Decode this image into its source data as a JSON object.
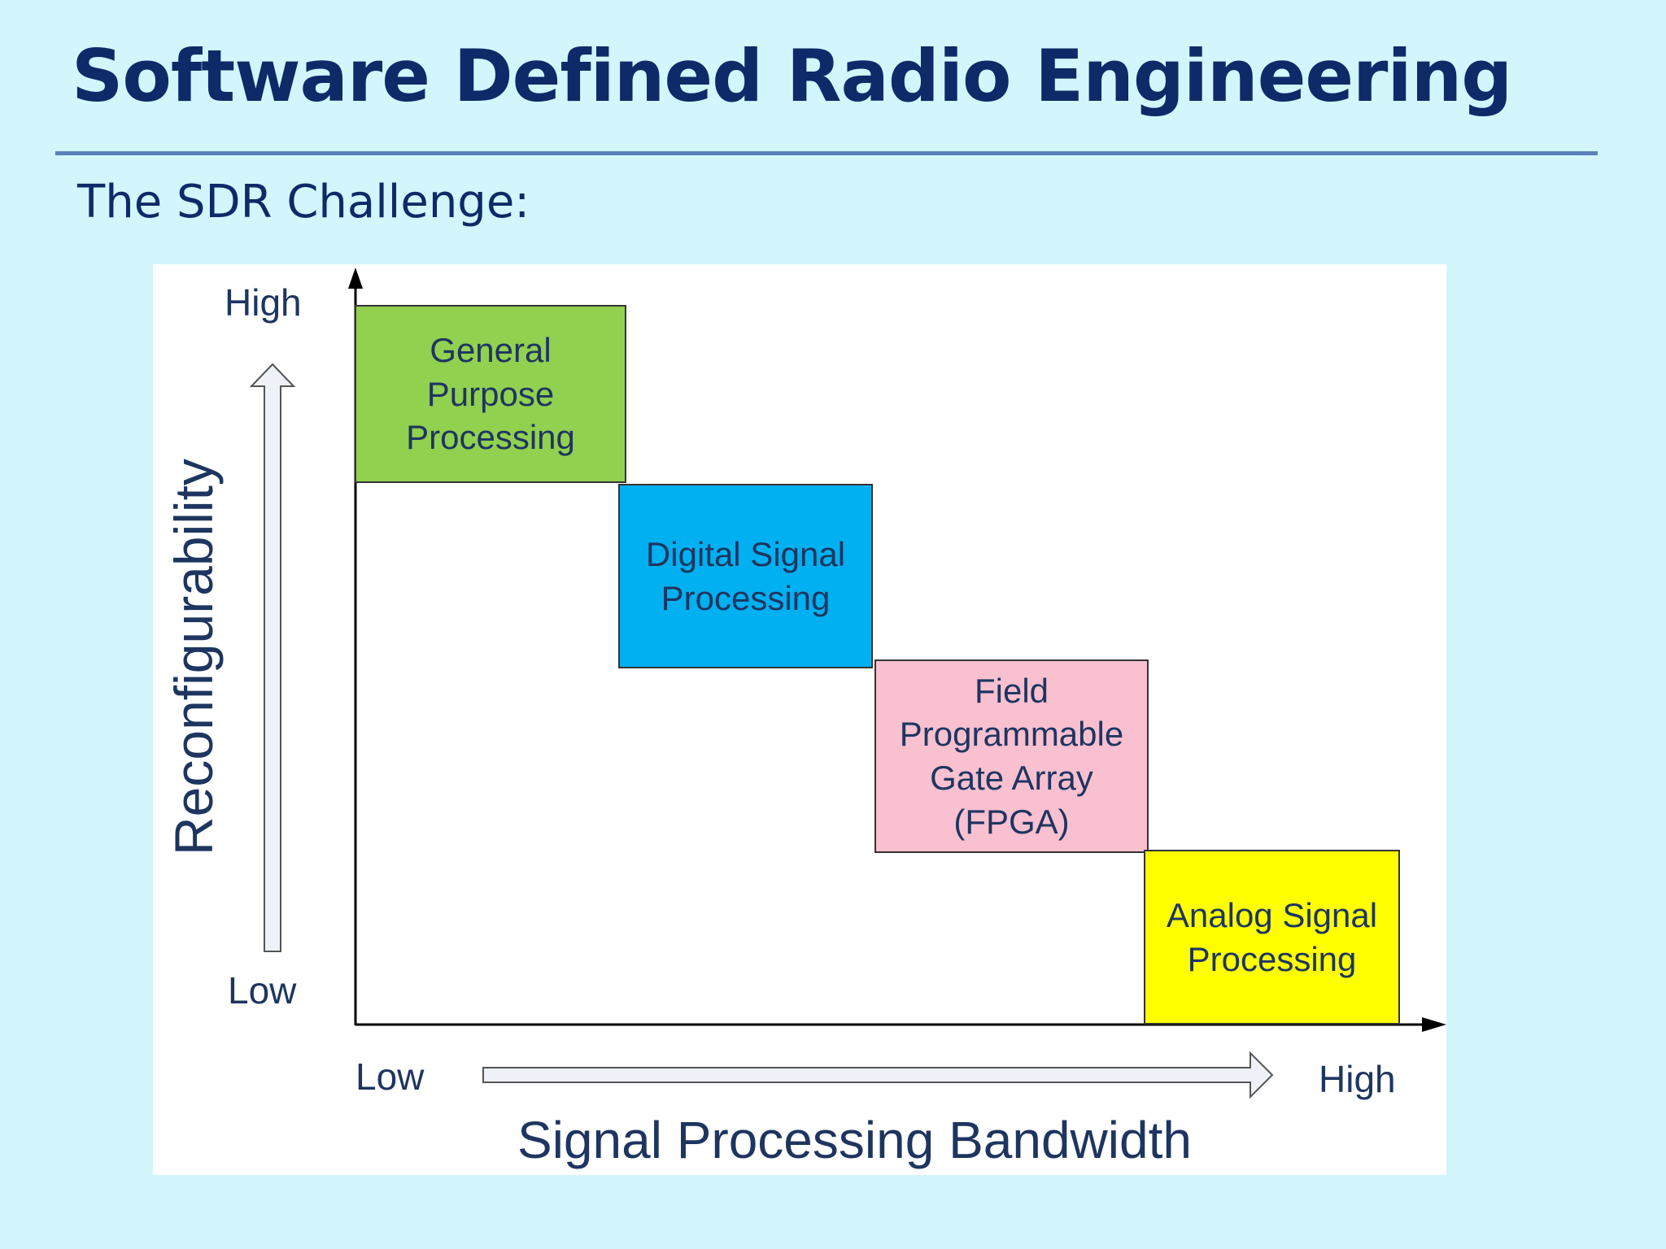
{
  "slide": {
    "title": "Software Defined Radio Engineering",
    "subtitle": "The SDR Challenge:"
  },
  "diagram": {
    "y_axis": {
      "label": "Reconfigurability",
      "high": "High",
      "low": "Low"
    },
    "x_axis": {
      "label": "Signal Processing Bandwidth",
      "low": "Low",
      "high": "High"
    },
    "blocks": [
      {
        "label": "General\nPurpose\nProcessing",
        "color": "#92d050"
      },
      {
        "label": "Digital Signal\nProcessing",
        "color": "#00b0f0"
      },
      {
        "label": "Field\nProgrammable\nGate Array\n(FPGA)",
        "color": "#f9c0d0"
      },
      {
        "label": "Analog Signal\nProcessing",
        "color": "#ffff00"
      }
    ]
  }
}
